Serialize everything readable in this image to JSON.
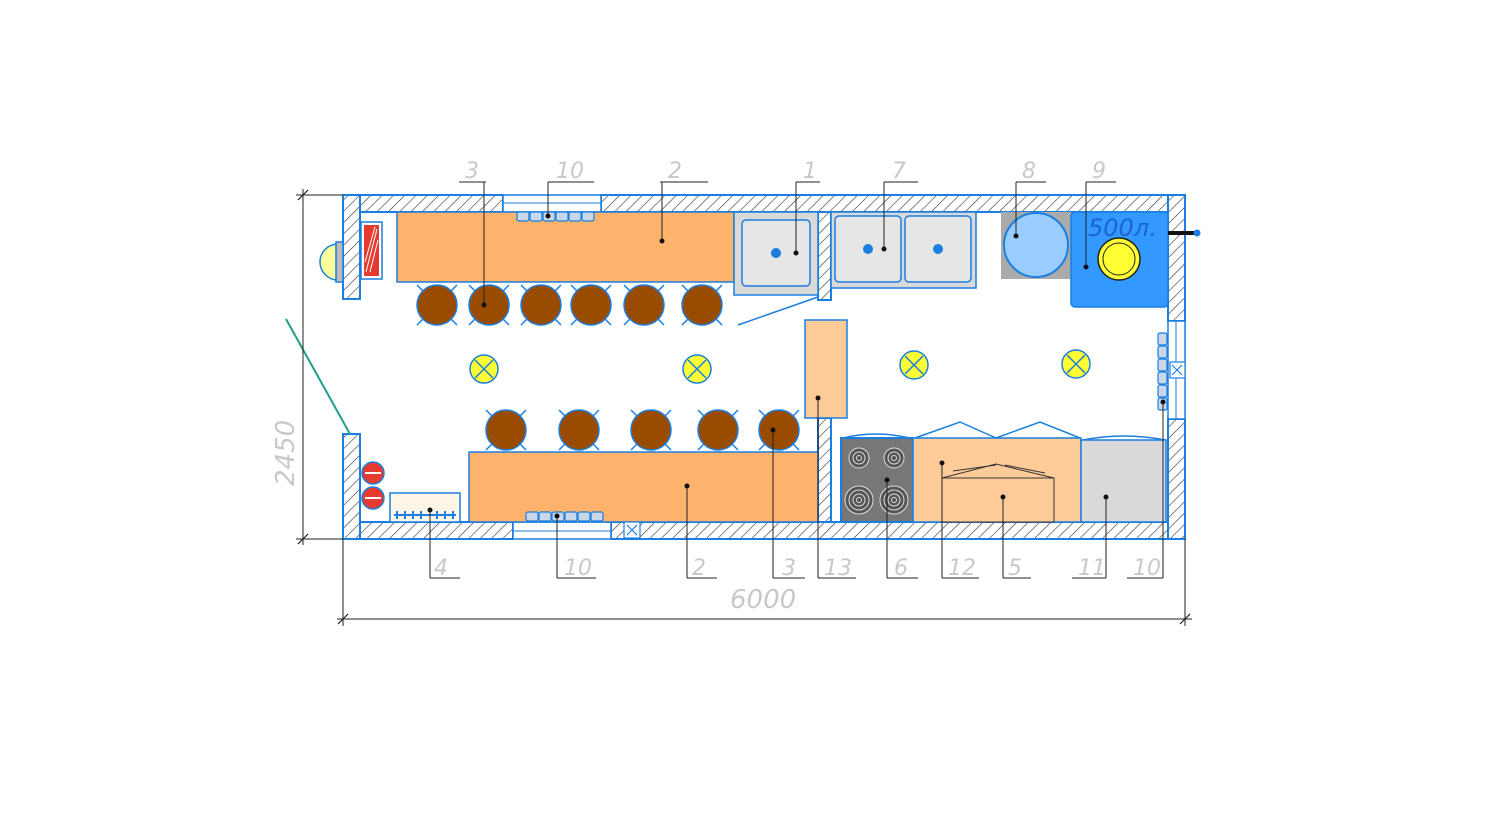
{
  "labels": {
    "top": [
      "3",
      "10",
      "2",
      "1",
      "7",
      "8",
      "9"
    ],
    "bottom": [
      "4",
      "10",
      "2",
      "3",
      "13",
      "6",
      "12",
      "5",
      "11",
      "10"
    ]
  },
  "dimensions": {
    "width": "6000",
    "height": "2450"
  },
  "tank_volume": "500л.",
  "colors": {
    "wall_outline": "#1a7fe0",
    "counter": "#fdb36b",
    "counter_light": "#ffcc99",
    "stool": "#994c00",
    "lamp": "#ffff33",
    "sink": "#d9d9d9",
    "tank": "#3399ff",
    "heater": "#e63a2e"
  },
  "icons": [
    "lamp-icon",
    "stool-icon",
    "sink-icon",
    "stove-icon",
    "boiler-icon",
    "heater-icon",
    "radiator-icon",
    "light-fixture-icon",
    "fan-icon"
  ]
}
